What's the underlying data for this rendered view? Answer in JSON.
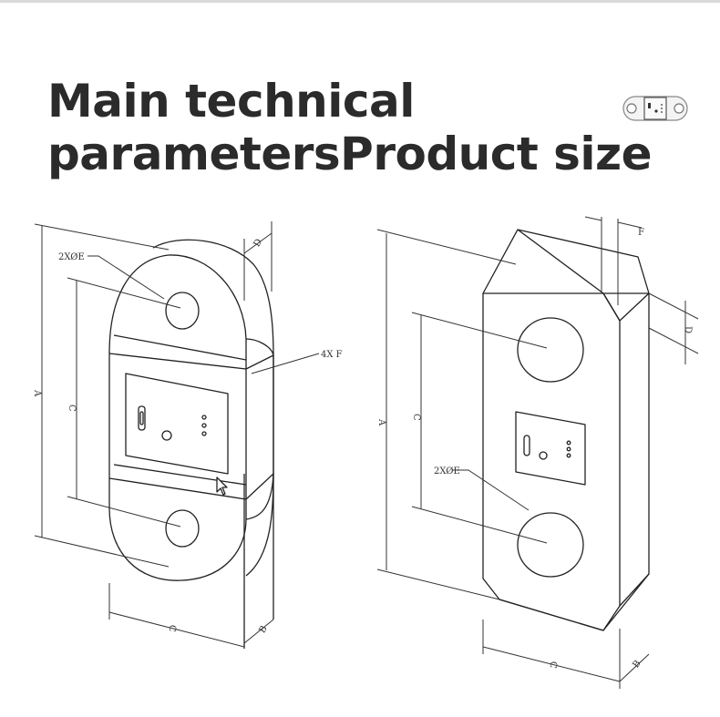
{
  "title": {
    "line1": "Main technical",
    "line2": "parametersProduct size"
  },
  "left_view": {
    "label_holes": "2XØE",
    "label_side": "4X F",
    "label_height": "A",
    "label_spacing": "C",
    "label_depth_top": "D",
    "label_width": "C",
    "label_depth_bottom": "B"
  },
  "right_view": {
    "label_top": "F",
    "label_depth": "D",
    "label_height": "A",
    "label_spacing": "C",
    "label_holes": "2XØE",
    "label_width": "C",
    "label_depth_bottom": "B"
  },
  "colors": {
    "title": "#2b2b2b",
    "line": "#222222",
    "dim_line": "#333333"
  }
}
